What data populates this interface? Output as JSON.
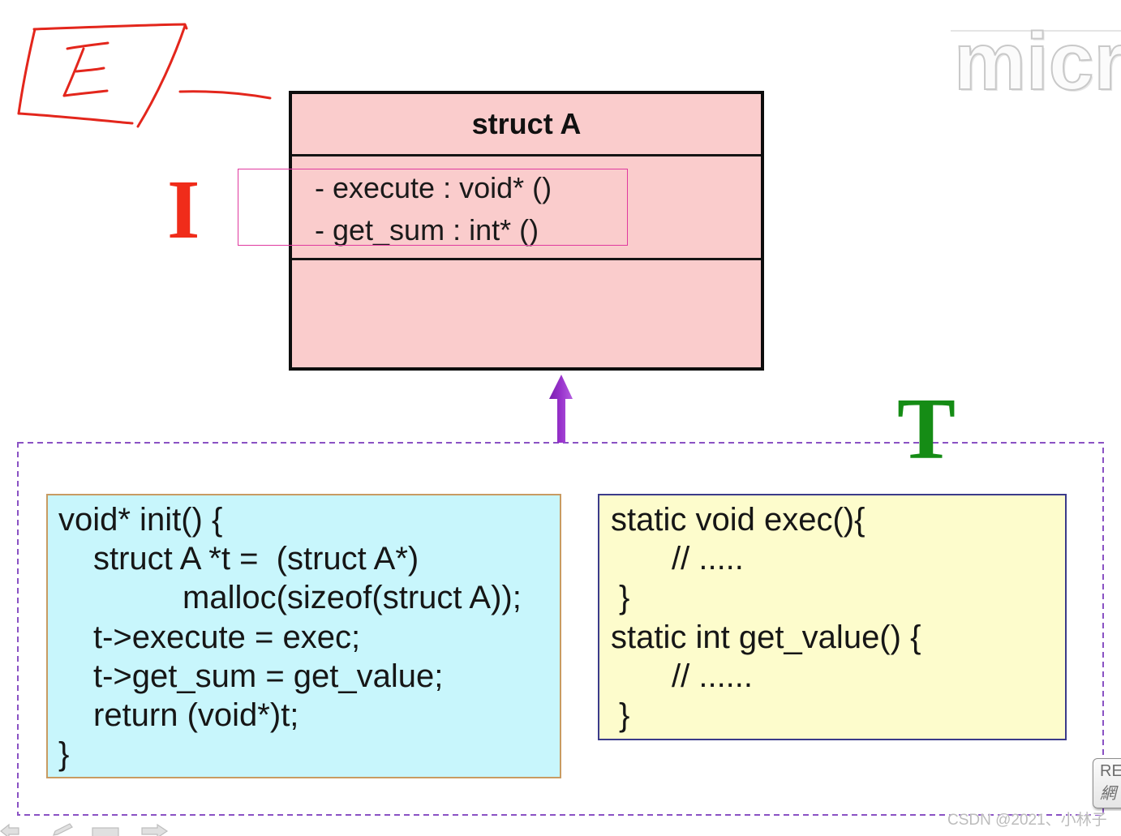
{
  "annotation": {
    "handwritten_letter": "E"
  },
  "watermark": {
    "logo_text": "micr",
    "credit": "CSDN @2021、小林子"
  },
  "struct_box": {
    "title": "struct A",
    "members": [
      "- execute : void* ()",
      "- get_sum : int* ()"
    ]
  },
  "labels": {
    "interface": "I",
    "type": "T"
  },
  "init_code": {
    "lines": [
      "void* init() {",
      "struct A *t =  (struct A*)",
      "malloc(sizeof(struct A));",
      "t->execute = exec;",
      "t->get_sum = get_value;",
      "return (void*)t;",
      "}"
    ]
  },
  "impl_code": {
    "lines": [
      "static void exec(){",
      "// .....",
      "}",
      "static int get_value() {",
      "// ......",
      "}"
    ]
  },
  "corner_widget": {
    "line1": "RE",
    "line2": "網"
  },
  "toolbar": {
    "icons": [
      "previous-slide-icon",
      "pen-icon",
      "slide-menu-icon",
      "next-slide-icon"
    ]
  },
  "colors": {
    "struct_fill": "#facccc",
    "init_fill": "#c8f6fc",
    "init_border": "#c89b62",
    "impl_fill": "#fdfccc",
    "impl_border": "#3b3b8a",
    "highlight": "#e0399f",
    "interface_label": "#f02c1a",
    "type_label": "#158c15",
    "arrow": "#9933cc",
    "group_border": "#8a52c4",
    "annotation": "#e3261c"
  }
}
